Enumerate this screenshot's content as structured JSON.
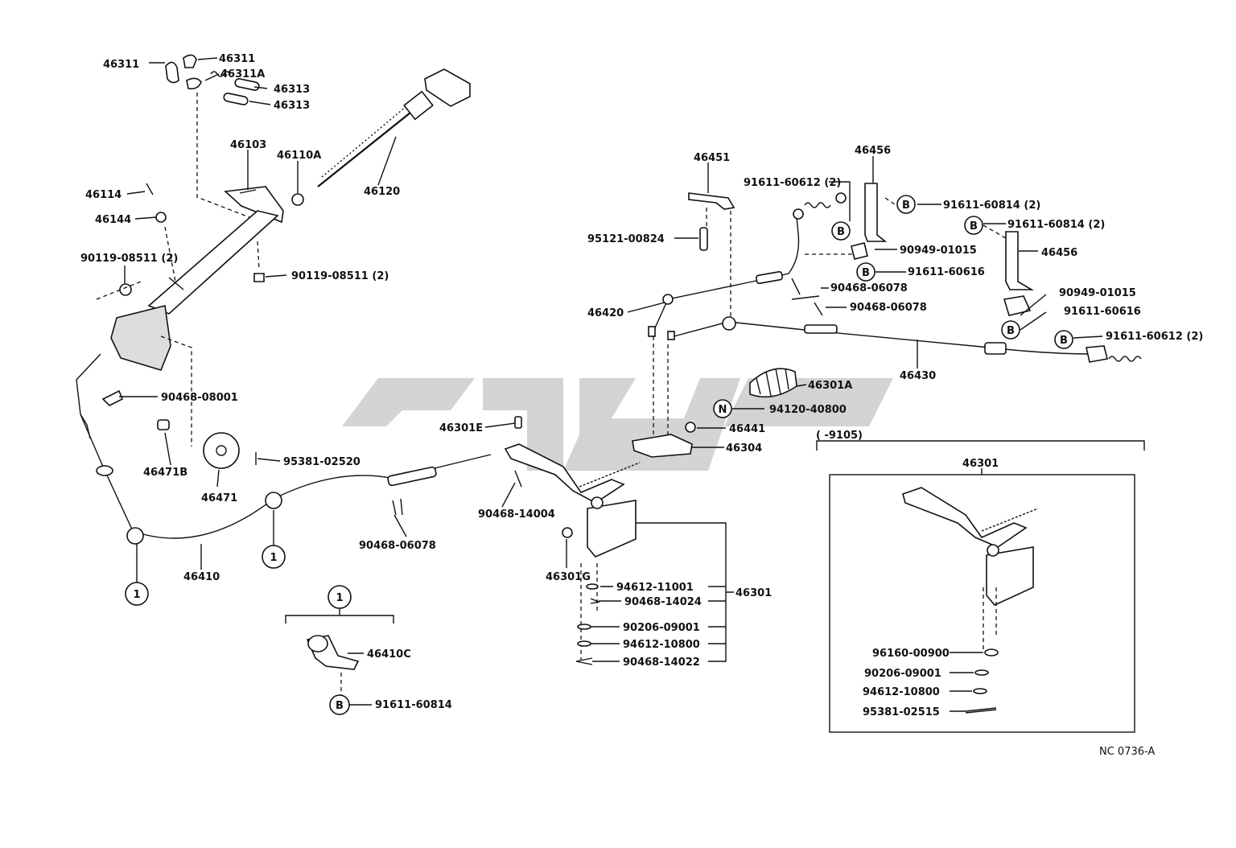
{
  "diagram_code": "NC 0736-A",
  "watermark_text": "",
  "colors": {
    "line": "#111111",
    "watermark": "#cfcfcf",
    "background": "#ffffff"
  },
  "labels": {
    "l46311a": "46311",
    "l46311b": "46311",
    "l46311A": "46311A",
    "l46313a": "46313",
    "l46313b": "46313",
    "l46103": "46103",
    "l46110A": "46110A",
    "l46120": "46120",
    "l46114": "46114",
    "l46144": "46144",
    "l90119a": "90119-08511 (2)",
    "l90119b": "90119-08511 (2)",
    "l90468_08001": "90468-08001",
    "l46471B": "46471B",
    "l46471": "46471",
    "l95381_02520": "95381-02520",
    "l90468_06078a": "90468-06078",
    "l46410": "46410",
    "l46410C": "46410C",
    "l91611_60814a": "91611-60814",
    "l46301E": "46301E",
    "l90468_14004": "90468-14004",
    "l46301G": "46301G",
    "l94612_11001": "94612-11001",
    "l90468_14024": "90468-14024",
    "l90206_09001a": "90206-09001",
    "l94612_10800a": "94612-10800",
    "l90468_14022": "90468-14022",
    "l46301a": "46301",
    "l46451": "46451",
    "l95121_00824": "95121-00824",
    "l46420": "46420",
    "l91611_60612a": "91611-60612 (2)",
    "l46456a": "46456",
    "l91611_60814b": "91611-60814 (2)",
    "l91611_60814c": "91611-60814 (2)",
    "l46456b": "46456",
    "l90949_01015a": "90949-01015",
    "l91611_60616a": "91611-60616",
    "l90468_06078b": "90468-06078",
    "l90468_06078c": "90468-06078",
    "l90949_01015b": "90949-01015",
    "l91611_60616b": "91611-60616",
    "l91611_60612b": "91611-60612 (2)",
    "l46430": "46430",
    "l46301A": "46301A",
    "l94120_40800": "94120-40800",
    "l46441": "46441",
    "l46304": "46304",
    "l9105": "(      -9105)",
    "l46301b": "46301",
    "l96160_00900": "96160-00900",
    "l90206_09001b": "90206-09001",
    "l94612_10800b": "94612-10800",
    "l95381_02515": "95381-02515"
  },
  "markers": {
    "ref1": "1",
    "bolt_b": "B",
    "nut_n": "N"
  }
}
